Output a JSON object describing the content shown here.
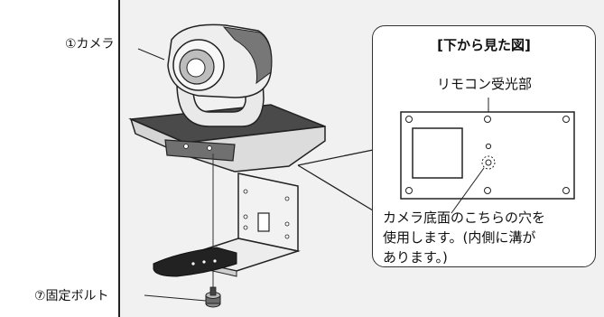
{
  "labels": {
    "camera": "①カメラ",
    "bolt": "⑦固定ボルト"
  },
  "callout": {
    "title": "[下から見た図]",
    "remote_receiver": "リモコン受光部",
    "description_lines": [
      "カメラ底面のこちらの穴を",
      "使用します。(内側に溝が",
      "あります。)"
    ]
  },
  "colors": {
    "panel_bg": "#f1f1f1",
    "outline": "#222222",
    "camera_dark": "#5a5a5a",
    "camera_light": "#e8e8e8"
  }
}
